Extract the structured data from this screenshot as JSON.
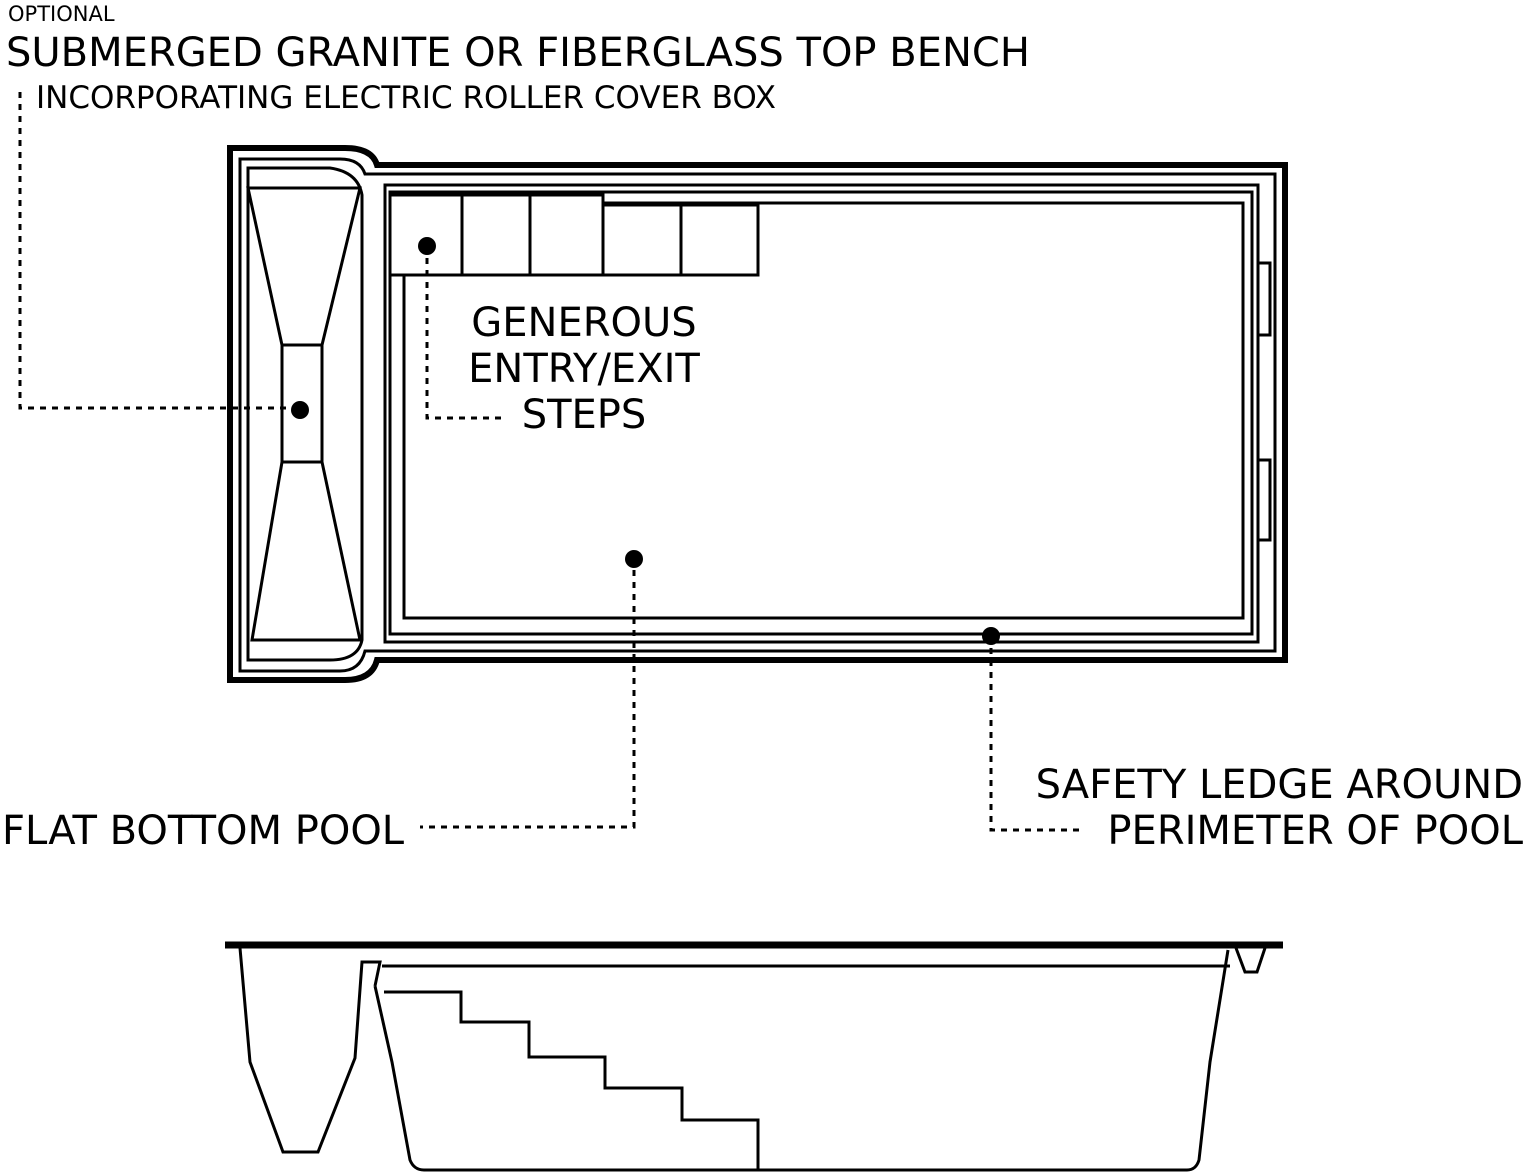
{
  "labels": {
    "optional": "OPTIONAL",
    "bench_line1": "SUBMERGED GRANITE OR FIBERGLASS TOP BENCH",
    "bench_line2": "INCORPORATING ELECTRIC ROLLER COVER BOX",
    "steps": [
      "GENEROUS",
      "ENTRY/EXIT",
      "STEPS"
    ],
    "flat_bottom": "FLAT BOTTOM POOL",
    "safety_ledge": [
      "SAFETY LEDGE AROUND",
      "PERIMETER OF POOL"
    ]
  },
  "colors": {
    "line": "#000000",
    "background": "#ffffff"
  }
}
